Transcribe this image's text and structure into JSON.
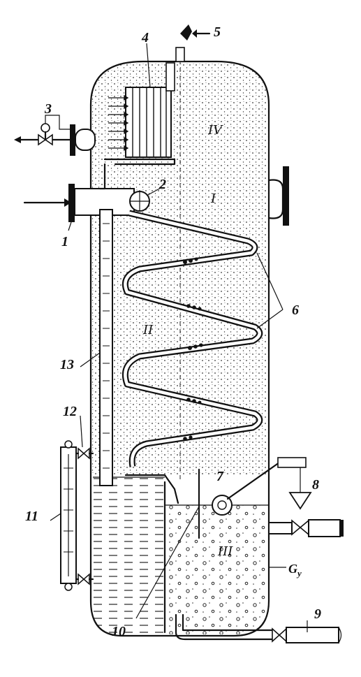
{
  "diagram": {
    "numbers": {
      "n1": "1",
      "n2": "2",
      "n3": "3",
      "n4": "4",
      "n5": "5",
      "n6": "6",
      "n7": "7",
      "n8": "8",
      "n9": "9",
      "n10": "10",
      "n11": "11",
      "n12": "12",
      "n13": "13"
    },
    "zones": {
      "z1": "I",
      "z2": "II",
      "z3": "III",
      "z4": "IV"
    },
    "level_label": "G",
    "level_label_sub": "у"
  }
}
